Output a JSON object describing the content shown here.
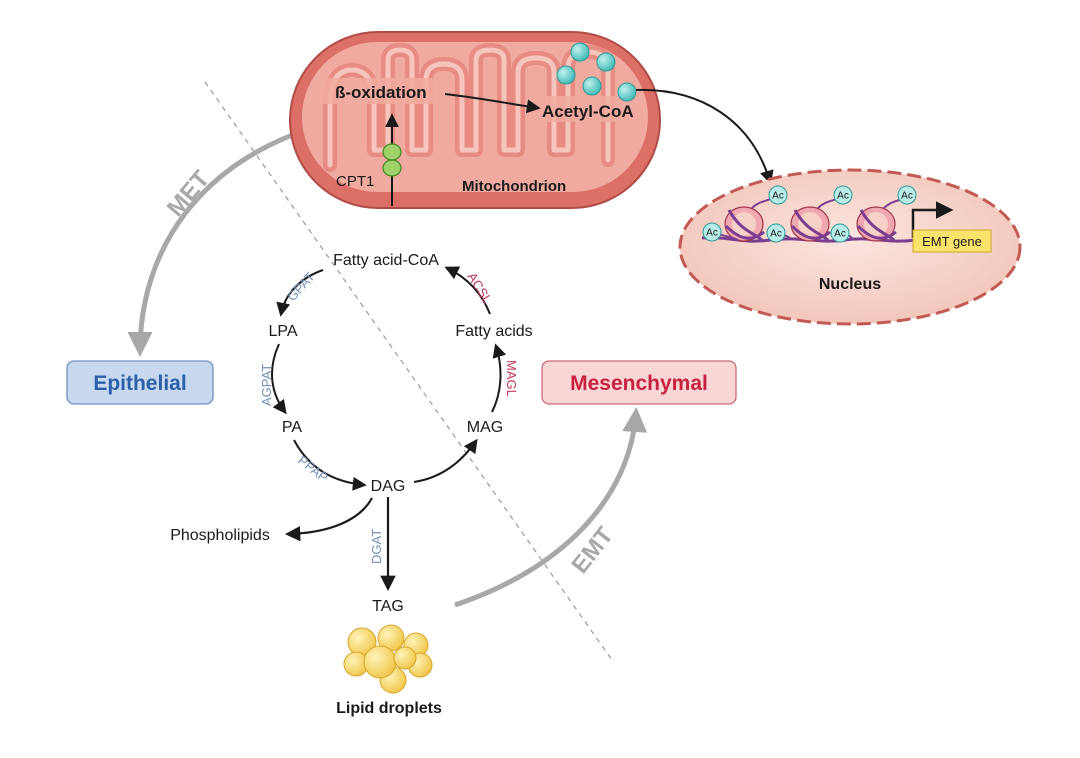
{
  "mitochondrion": {
    "beta_oxidation": "ß-oxidation",
    "acetyl_coa": "Acetyl-CoA",
    "cpt1": "CPT1",
    "label": "Mitochondrion"
  },
  "nucleus": {
    "label": "Nucleus",
    "ac": "Ac",
    "gene": "EMT gene"
  },
  "states": {
    "epithelial": "Epithelial",
    "mesenchymal": "Mesenchymal",
    "met": "MET",
    "emt": "EMT"
  },
  "cycle": {
    "fatty_acid_coa": "Fatty acid-CoA",
    "lpa": "LPA",
    "pa": "PA",
    "dag": "DAG",
    "mag": "MAG",
    "fatty_acids": "Fatty acids",
    "phospholipids": "Phospholipids",
    "tag": "TAG",
    "lipid_droplets": "Lipid droplets"
  },
  "enzymes": {
    "gpat": "GPAT",
    "agpat": "AGPAT",
    "ppap": "PPAP",
    "dgat": "DGAT",
    "acsl": "ACSL",
    "magl": "MAGL"
  },
  "colors": {
    "epithelial_text": "#2b5fa8",
    "epithelial_fill": "#c8d9ef",
    "mesenchymal_text": "#c8203f",
    "mesenchymal_fill": "#f9d6d6",
    "mito_outer": "#dc6f66",
    "enzyme_blue": "#7390b8",
    "enzyme_red": "#c0385a",
    "transition_arrow": "#a8a8a8"
  }
}
